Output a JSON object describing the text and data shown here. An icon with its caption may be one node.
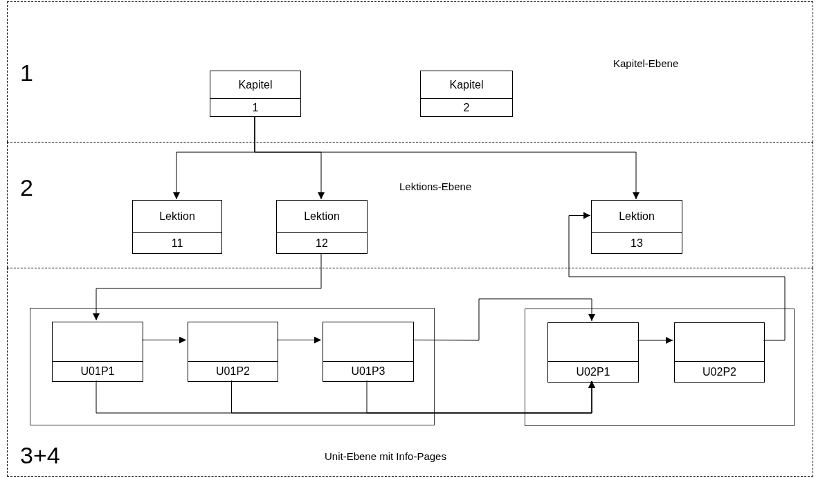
{
  "diagram": {
    "nodes": [
      {
        "text": [
          "1",
          "Kapitel-Ebene"
        ]
      },
      {
        "text": [
          "Kapitel",
          "1"
        ],
        "in": 0
      },
      {
        "text": [
          "Kapitel",
          "2"
        ],
        "in": 0
      },
      {
        "text": [
          "2",
          "Lektions-Ebene"
        ]
      },
      {
        "text": [
          "Lektion",
          "11"
        ],
        "in": 3
      },
      {
        "text": [
          "Lektion",
          "12"
        ],
        "in": 3
      },
      {
        "text": [
          "Lektion",
          "13"
        ],
        "in": 3
      },
      {
        "text": [
          "3+4",
          "Unit-Ebene mit Info-Pages"
        ]
      },
      {
        "text": [],
        "shape": "box",
        "in": 7
      },
      {
        "text": [
          "U01P1"
        ],
        "in": 8
      },
      {
        "text": [
          "U01P2"
        ],
        "in": 8
      },
      {
        "text": [
          "U01P3"
        ],
        "in": 8
      },
      {
        "text": [],
        "shape": "box",
        "in": 7
      },
      {
        "text": [
          "U02P1"
        ],
        "in": 12
      },
      {
        "text": [
          "U02P2"
        ],
        "in": 12
      }
    ],
    "edges": [
      {
        "from": 1,
        "to": 4,
        "arrow": "to"
      },
      {
        "from": 1,
        "to": 5,
        "arrow": "to"
      },
      {
        "from": 1,
        "to": 6,
        "arrow": "to"
      },
      {
        "from": 5,
        "to": 9,
        "arrow": "to"
      },
      {
        "from": 9,
        "to": 10,
        "arrow": "to"
      },
      {
        "from": 10,
        "to": 11,
        "arrow": "to"
      },
      {
        "from": 11,
        "to": 13,
        "arrow": "to"
      },
      {
        "from": 9,
        "to": 13,
        "arrow": "to"
      },
      {
        "from": 10,
        "to": 13,
        "arrow": "to"
      },
      {
        "from": 11,
        "to": 13,
        "arrow": "to"
      },
      {
        "from": 13,
        "to": 14,
        "arrow": "to"
      },
      {
        "from": 14,
        "to": 6,
        "arrow": "to"
      }
    ]
  }
}
